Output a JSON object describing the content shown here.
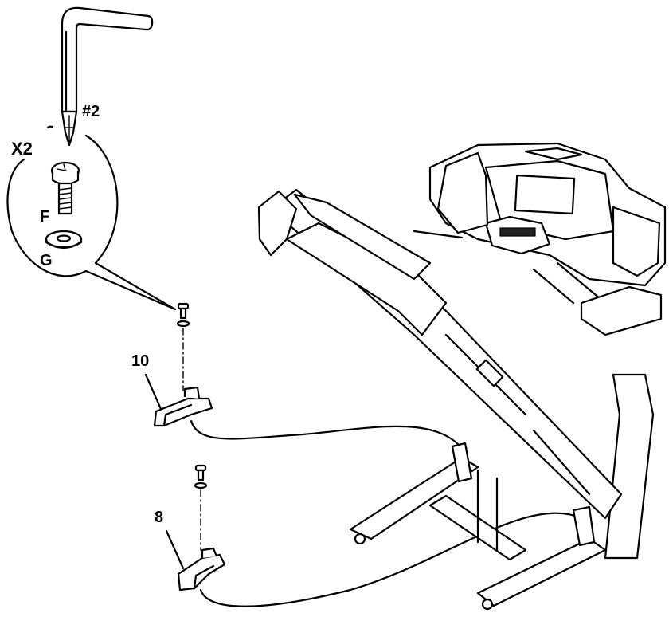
{
  "labels": {
    "tool": "#2",
    "quantity": "X2",
    "bolt": "F",
    "washer": "G",
    "part_upper": "10",
    "part_lower": "8"
  },
  "icons": [
    "l-shaped-screwdriver-icon",
    "bolt-icon",
    "washer-icon",
    "bracket-icon",
    "treadmill-icon"
  ]
}
